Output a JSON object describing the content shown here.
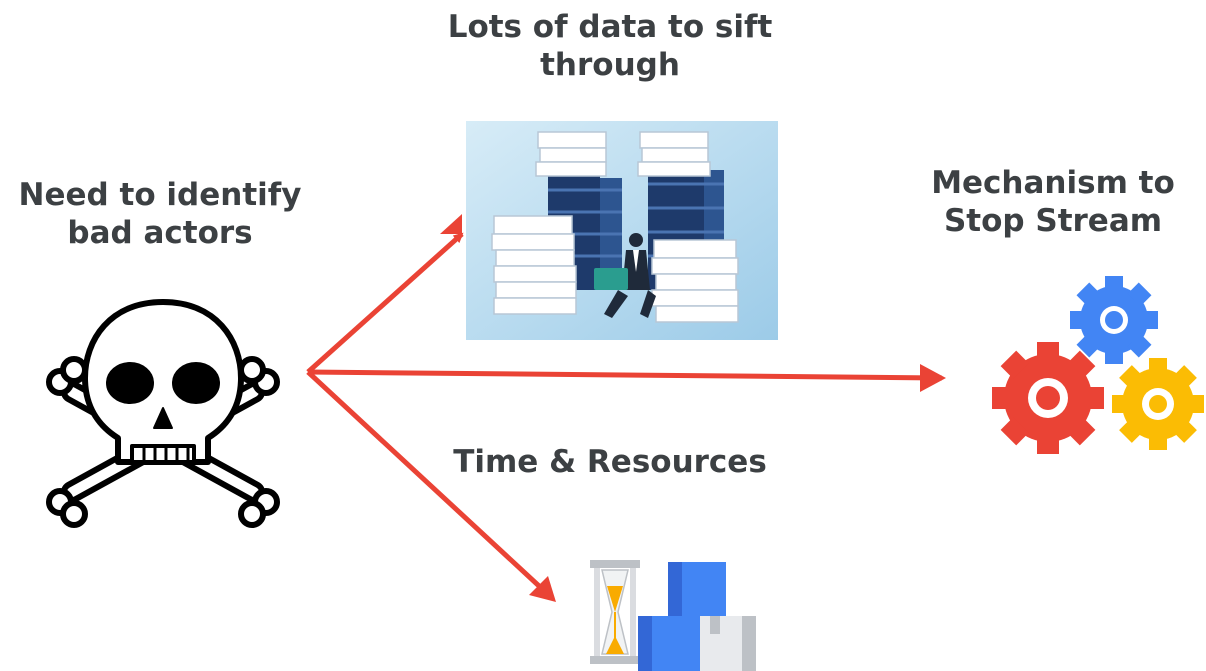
{
  "labels": {
    "source": "Need to identify\nbad actors",
    "data": "Lots of data to sift\nthrough",
    "mechanism": "Mechanism to\nStop Stream",
    "time": "Time & Resources"
  },
  "icons": {
    "source": "skull-crossbones-icon",
    "data": "document-stacks-person-laptop-icon",
    "mechanism": "gears-icon",
    "time": "hourglass-boxes-icon"
  },
  "colors": {
    "arrow": "#ea4335",
    "text": "#3c4043",
    "gear_red": "#ea4335",
    "gear_blue": "#4285f4",
    "gear_yellow": "#fbbc04",
    "box_blue": "#4285f4",
    "hourglass_sand": "#f9ab00",
    "illustration_bg": "#b9dcf0"
  }
}
